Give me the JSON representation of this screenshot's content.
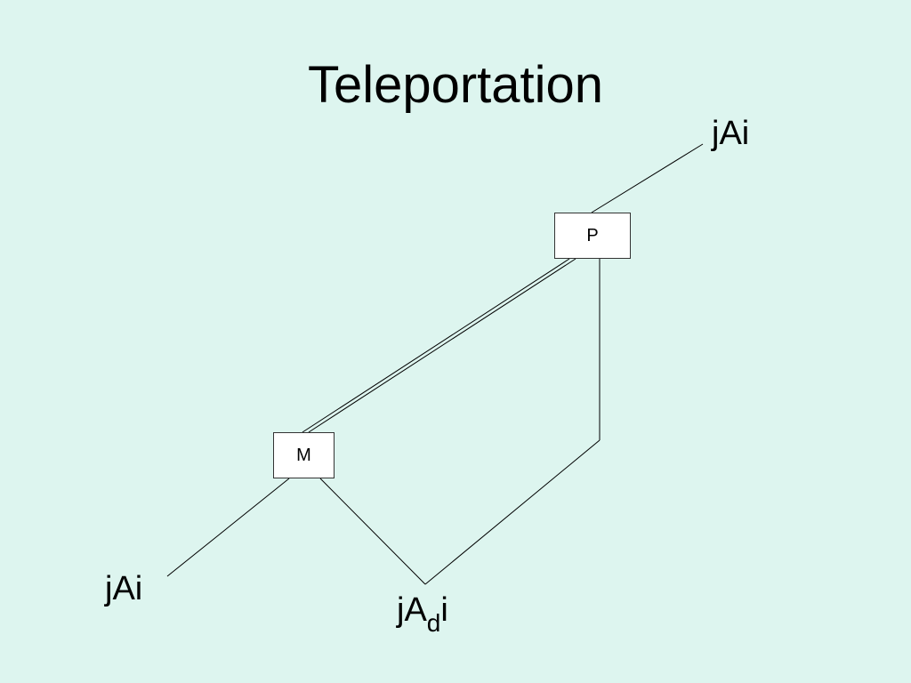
{
  "slide": {
    "title": "Teleportation"
  },
  "boxes": {
    "p_label": "P",
    "m_label": "M"
  },
  "states": {
    "top": "jAi",
    "left": "jAi",
    "bottom_pre": "jA",
    "bottom_sub": "d",
    "bottom_post": "i"
  },
  "colors": {
    "background": "#ddf5ef",
    "box_fill": "#ffffff",
    "line": "#000000"
  }
}
